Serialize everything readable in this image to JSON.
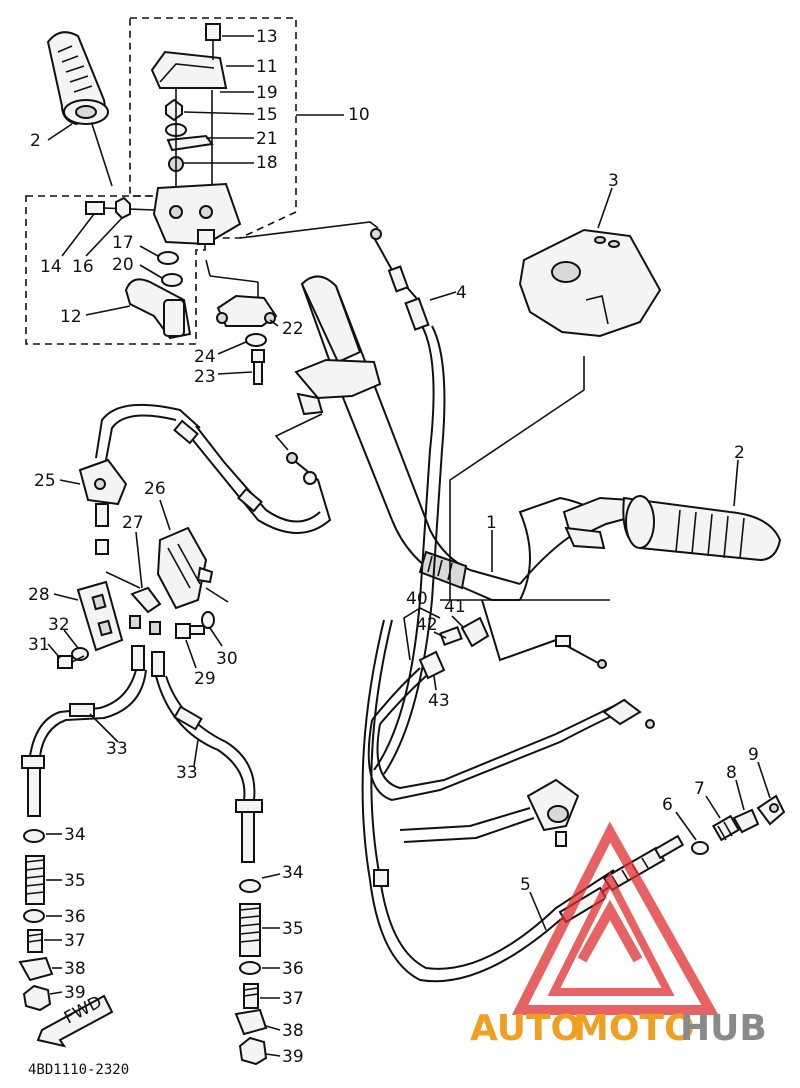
{
  "diagram": {
    "code": "4BD1110-2320",
    "fwd_label": "FWD",
    "labels": [
      {
        "id": "l13",
        "text": "13"
      },
      {
        "id": "l11",
        "text": "11"
      },
      {
        "id": "l19",
        "text": "19"
      },
      {
        "id": "l10",
        "text": "10"
      },
      {
        "id": "l15",
        "text": "15"
      },
      {
        "id": "l21",
        "text": "21"
      },
      {
        "id": "l18",
        "text": "18"
      },
      {
        "id": "l2a",
        "text": "2"
      },
      {
        "id": "l14",
        "text": "14"
      },
      {
        "id": "l16",
        "text": "16"
      },
      {
        "id": "l17",
        "text": "17"
      },
      {
        "id": "l20",
        "text": "20"
      },
      {
        "id": "l12",
        "text": "12"
      },
      {
        "id": "l22",
        "text": "22"
      },
      {
        "id": "l24",
        "text": "24"
      },
      {
        "id": "l23",
        "text": "23"
      },
      {
        "id": "l3",
        "text": "3"
      },
      {
        "id": "l4",
        "text": "4"
      },
      {
        "id": "l2b",
        "text": "2"
      },
      {
        "id": "l1",
        "text": "1"
      },
      {
        "id": "l25",
        "text": "25"
      },
      {
        "id": "l26",
        "text": "26"
      },
      {
        "id": "l27",
        "text": "27"
      },
      {
        "id": "l28",
        "text": "28"
      },
      {
        "id": "l32",
        "text": "32"
      },
      {
        "id": "l31",
        "text": "31"
      },
      {
        "id": "l29",
        "text": "29"
      },
      {
        "id": "l30",
        "text": "30"
      },
      {
        "id": "l40",
        "text": "40"
      },
      {
        "id": "l41",
        "text": "41"
      },
      {
        "id": "l42",
        "text": "42"
      },
      {
        "id": "l43",
        "text": "43"
      },
      {
        "id": "l33a",
        "text": "33"
      },
      {
        "id": "l33b",
        "text": "33"
      },
      {
        "id": "l34a",
        "text": "34"
      },
      {
        "id": "l35a",
        "text": "35"
      },
      {
        "id": "l36a",
        "text": "36"
      },
      {
        "id": "l37a",
        "text": "37"
      },
      {
        "id": "l38a",
        "text": "38"
      },
      {
        "id": "l39a",
        "text": "39"
      },
      {
        "id": "l34b",
        "text": "34"
      },
      {
        "id": "l35b",
        "text": "35"
      },
      {
        "id": "l36b",
        "text": "36"
      },
      {
        "id": "l37b",
        "text": "37"
      },
      {
        "id": "l38b",
        "text": "38"
      },
      {
        "id": "l39b",
        "text": "39"
      },
      {
        "id": "l5",
        "text": "5"
      },
      {
        "id": "l6",
        "text": "6"
      },
      {
        "id": "l7",
        "text": "7"
      },
      {
        "id": "l8",
        "text": "8"
      },
      {
        "id": "l9",
        "text": "9"
      }
    ]
  },
  "watermark": {
    "part1": "AUTO",
    "part2": "MOTO",
    "part3": "HUB",
    "color_red": "#e03030",
    "color_orange": "#f0a020",
    "color_gray": "#8a8a8a"
  }
}
